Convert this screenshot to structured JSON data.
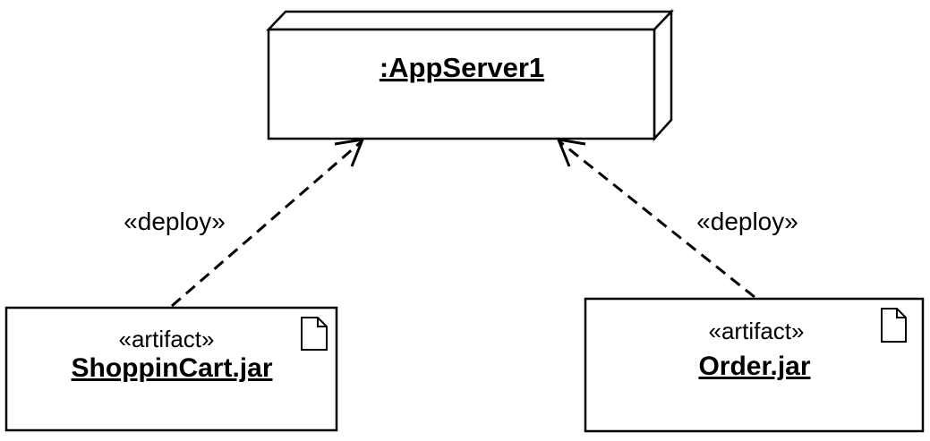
{
  "node": {
    "name": ":AppServer1"
  },
  "artifacts": [
    {
      "stereotype": "«artifact»",
      "name": "ShoppinCart.jar"
    },
    {
      "stereotype": "«artifact»",
      "name": "Order.jar"
    }
  ],
  "dependencies": [
    {
      "label": "«deploy»"
    },
    {
      "label": "«deploy»"
    }
  ],
  "icons": {
    "artifact": "document-icon"
  }
}
